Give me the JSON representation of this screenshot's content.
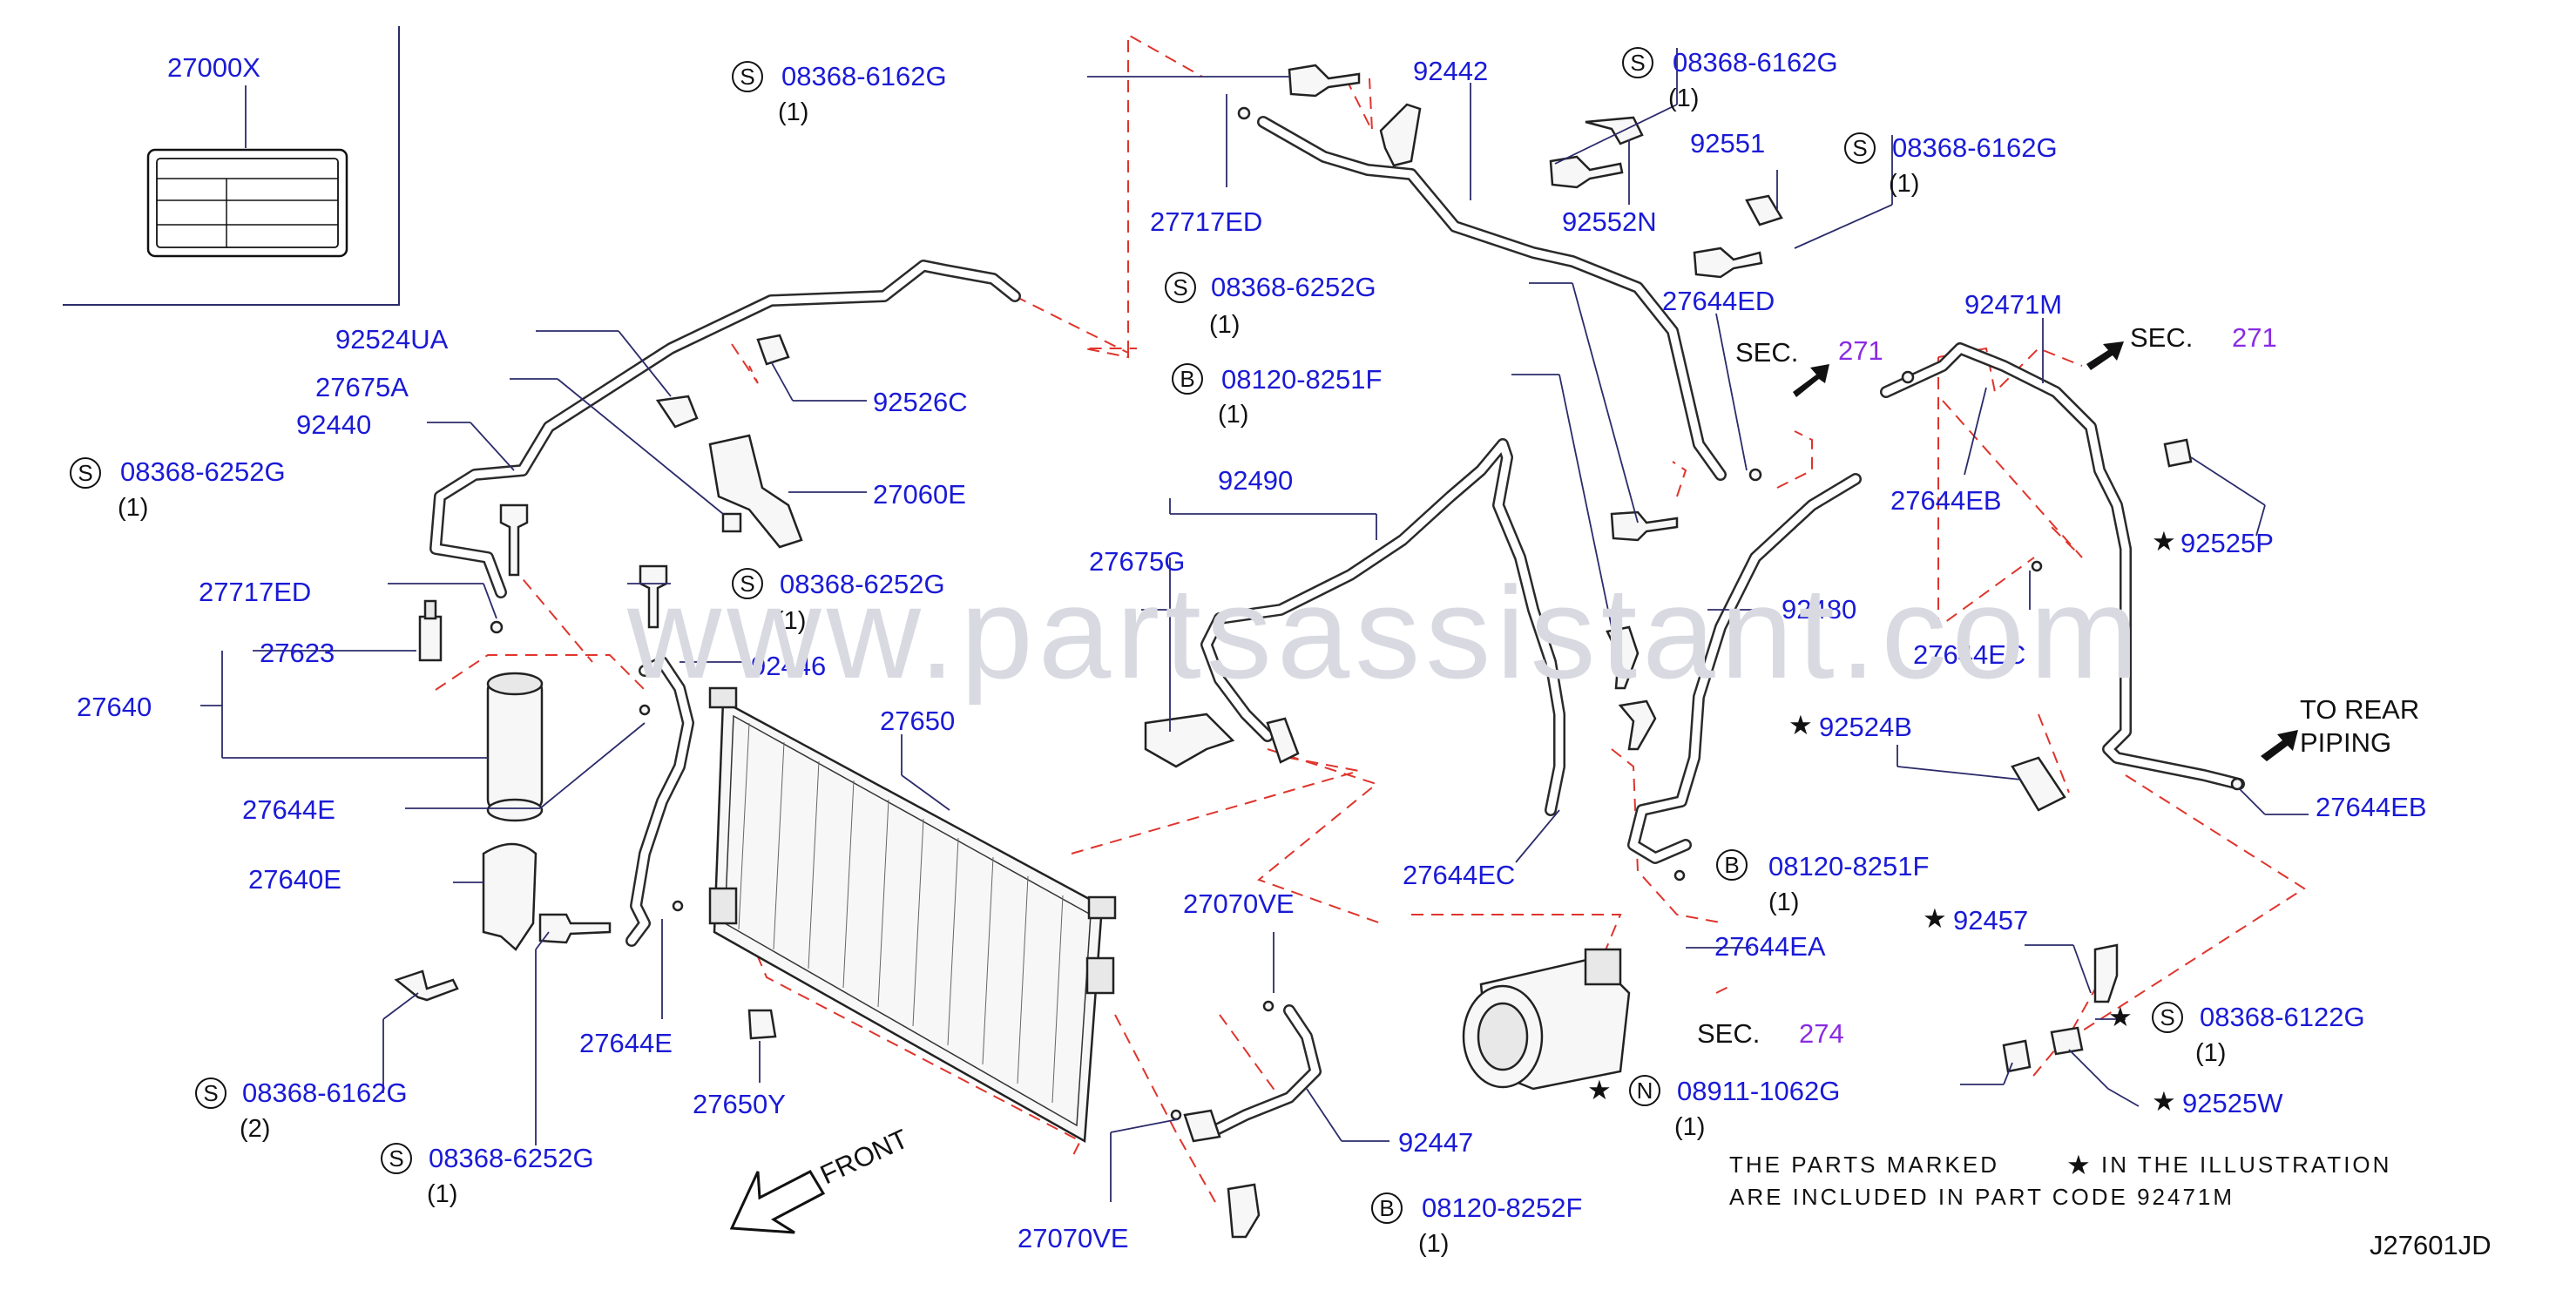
{
  "diagram_code": "J27601JD",
  "watermark": "www.partsassistant.com",
  "label_box": {
    "part_number": "27000X"
  },
  "callouts": [
    {
      "id": "c-92442",
      "part": "92442",
      "qty": "",
      "prefix": "",
      "star": false
    },
    {
      "id": "c-92524UA",
      "part": "92524UA",
      "qty": "",
      "prefix": "",
      "star": false
    },
    {
      "id": "c-27675A",
      "part": "27675A",
      "qty": "",
      "prefix": "",
      "star": false
    },
    {
      "id": "c-92440",
      "part": "92440",
      "qty": "",
      "prefix": "",
      "star": false
    },
    {
      "id": "c-92526C",
      "part": "92526C",
      "qty": "",
      "prefix": "",
      "star": false
    },
    {
      "id": "c-27060E",
      "part": "27060E",
      "qty": "",
      "prefix": "",
      "star": false
    },
    {
      "id": "c-27717ED-a",
      "part": "27717ED",
      "qty": "",
      "prefix": "",
      "star": false
    },
    {
      "id": "c-27717ED-b",
      "part": "27717ED",
      "qty": "",
      "prefix": "",
      "star": false
    },
    {
      "id": "c-27623",
      "part": "27623",
      "qty": "",
      "prefix": "",
      "star": false
    },
    {
      "id": "c-27640",
      "part": "27640",
      "qty": "",
      "prefix": "",
      "star": false
    },
    {
      "id": "c-27644E-a",
      "part": "27644E",
      "qty": "",
      "prefix": "",
      "star": false
    },
    {
      "id": "c-27644E-b",
      "part": "27644E",
      "qty": "",
      "prefix": "",
      "star": false
    },
    {
      "id": "c-27640E",
      "part": "27640E",
      "qty": "",
      "prefix": "",
      "star": false
    },
    {
      "id": "c-92446",
      "part": "92446",
      "qty": "",
      "prefix": "",
      "star": false
    },
    {
      "id": "c-27650",
      "part": "27650",
      "qty": "",
      "prefix": "",
      "star": false
    },
    {
      "id": "c-27650Y",
      "part": "27650Y",
      "qty": "",
      "prefix": "",
      "star": false
    },
    {
      "id": "c-92490",
      "part": "92490",
      "qty": "",
      "prefix": "",
      "star": false
    },
    {
      "id": "c-27675G",
      "part": "27675G",
      "qty": "",
      "prefix": "",
      "star": false
    },
    {
      "id": "c-27070VE-a",
      "part": "27070VE",
      "qty": "",
      "prefix": "",
      "star": false
    },
    {
      "id": "c-27070VE-b",
      "part": "27070VE",
      "qty": "",
      "prefix": "",
      "star": false
    },
    {
      "id": "c-92447",
      "part": "92447",
      "qty": "",
      "prefix": "",
      "star": false
    },
    {
      "id": "c-27644EC-a",
      "part": "27644EC",
      "qty": "",
      "prefix": "",
      "star": false
    },
    {
      "id": "c-27644EC-b",
      "part": "27644EC",
      "qty": "",
      "prefix": "",
      "star": false
    },
    {
      "id": "c-92480",
      "part": "92480",
      "qty": "",
      "prefix": "",
      "star": false
    },
    {
      "id": "c-27644ED",
      "part": "27644ED",
      "qty": "",
      "prefix": "",
      "star": false
    },
    {
      "id": "c-92551",
      "part": "92551",
      "qty": "",
      "prefix": "",
      "star": false
    },
    {
      "id": "c-92552N",
      "part": "92552N",
      "qty": "",
      "prefix": "",
      "star": false
    },
    {
      "id": "c-92471M",
      "part": "92471M",
      "qty": "",
      "prefix": "",
      "star": false
    },
    {
      "id": "c-27644EB-a",
      "part": "27644EB",
      "qty": "",
      "prefix": "",
      "star": false
    },
    {
      "id": "c-27644EB-b",
      "part": "27644EB",
      "qty": "",
      "prefix": "",
      "star": false
    },
    {
      "id": "c-92525P",
      "part": "92525P",
      "qty": "",
      "prefix": "",
      "star": true
    },
    {
      "id": "c-92524B",
      "part": "92524B",
      "qty": "",
      "prefix": "",
      "star": true
    },
    {
      "id": "c-92457",
      "part": "92457",
      "qty": "",
      "prefix": "",
      "star": true
    },
    {
      "id": "c-92525W",
      "part": "92525W",
      "qty": "",
      "prefix": "",
      "star": true
    },
    {
      "id": "c-27644EA",
      "part": "27644EA",
      "qty": "",
      "prefix": "",
      "star": false
    },
    {
      "id": "c-S-6162G-top",
      "part": "08368-6162G",
      "qty": "(1)",
      "prefix": "S",
      "star": false
    },
    {
      "id": "c-S-6162G-mid",
      "part": "08368-6162G",
      "qty": "(1)",
      "prefix": "S",
      "star": false
    },
    {
      "id": "c-S-6162G-right",
      "part": "08368-6162G",
      "qty": "(1)",
      "prefix": "S",
      "star": false
    },
    {
      "id": "c-S-6252G-mid",
      "part": "08368-6252G",
      "qty": "(1)",
      "prefix": "S",
      "star": false
    },
    {
      "id": "c-B-8251F-top",
      "part": "08120-8251F",
      "qty": "(1)",
      "prefix": "B",
      "star": false
    },
    {
      "id": "c-S-6252G-left",
      "part": "08368-6252G",
      "qty": "(1)",
      "prefix": "S",
      "star": false
    },
    {
      "id": "c-S-6252G-drier",
      "part": "08368-6252G",
      "qty": "(1)",
      "prefix": "S",
      "star": false
    },
    {
      "id": "c-S-6162G-bottom",
      "part": "08368-6162G",
      "qty": "(2)",
      "prefix": "S",
      "star": false
    },
    {
      "id": "c-S-6252G-bottom",
      "part": "08368-6252G",
      "qty": "(1)",
      "prefix": "S",
      "star": false
    },
    {
      "id": "c-B-8251F-comp",
      "part": "08120-8251F",
      "qty": "(1)",
      "prefix": "B",
      "star": false
    },
    {
      "id": "c-B-8252F",
      "part": "08120-8252F",
      "qty": "(1)",
      "prefix": "B",
      "star": false
    },
    {
      "id": "c-S-6122G",
      "part": "08368-6122G",
      "qty": "(1)",
      "prefix": "S",
      "star": true
    },
    {
      "id": "c-N-1062G",
      "part": "08911-1062G",
      "qty": "(1)",
      "prefix": "N",
      "star": true
    }
  ],
  "sections": [
    {
      "id": "sec-271-a",
      "label": "SEC.",
      "number": "271"
    },
    {
      "id": "sec-271-b",
      "label": "SEC.",
      "number": "271"
    },
    {
      "id": "sec-274",
      "label": "SEC.",
      "number": "274"
    }
  ],
  "to_rear_piping": [
    "TO  REAR",
    "PIPING"
  ],
  "front_label": "FRONT",
  "note": {
    "line1_a": "THE  PARTS  MARKED",
    "line1_b": "IN  THE  ILLUSTRATION",
    "line2": "ARE  INCLUDED  IN  PART  CODE  92471M"
  },
  "colors": {
    "part_number": "#1a1ad6",
    "section_number": "#8a2be2",
    "dashed_line": "#e0342c",
    "watermark": "#d9d9e2"
  }
}
